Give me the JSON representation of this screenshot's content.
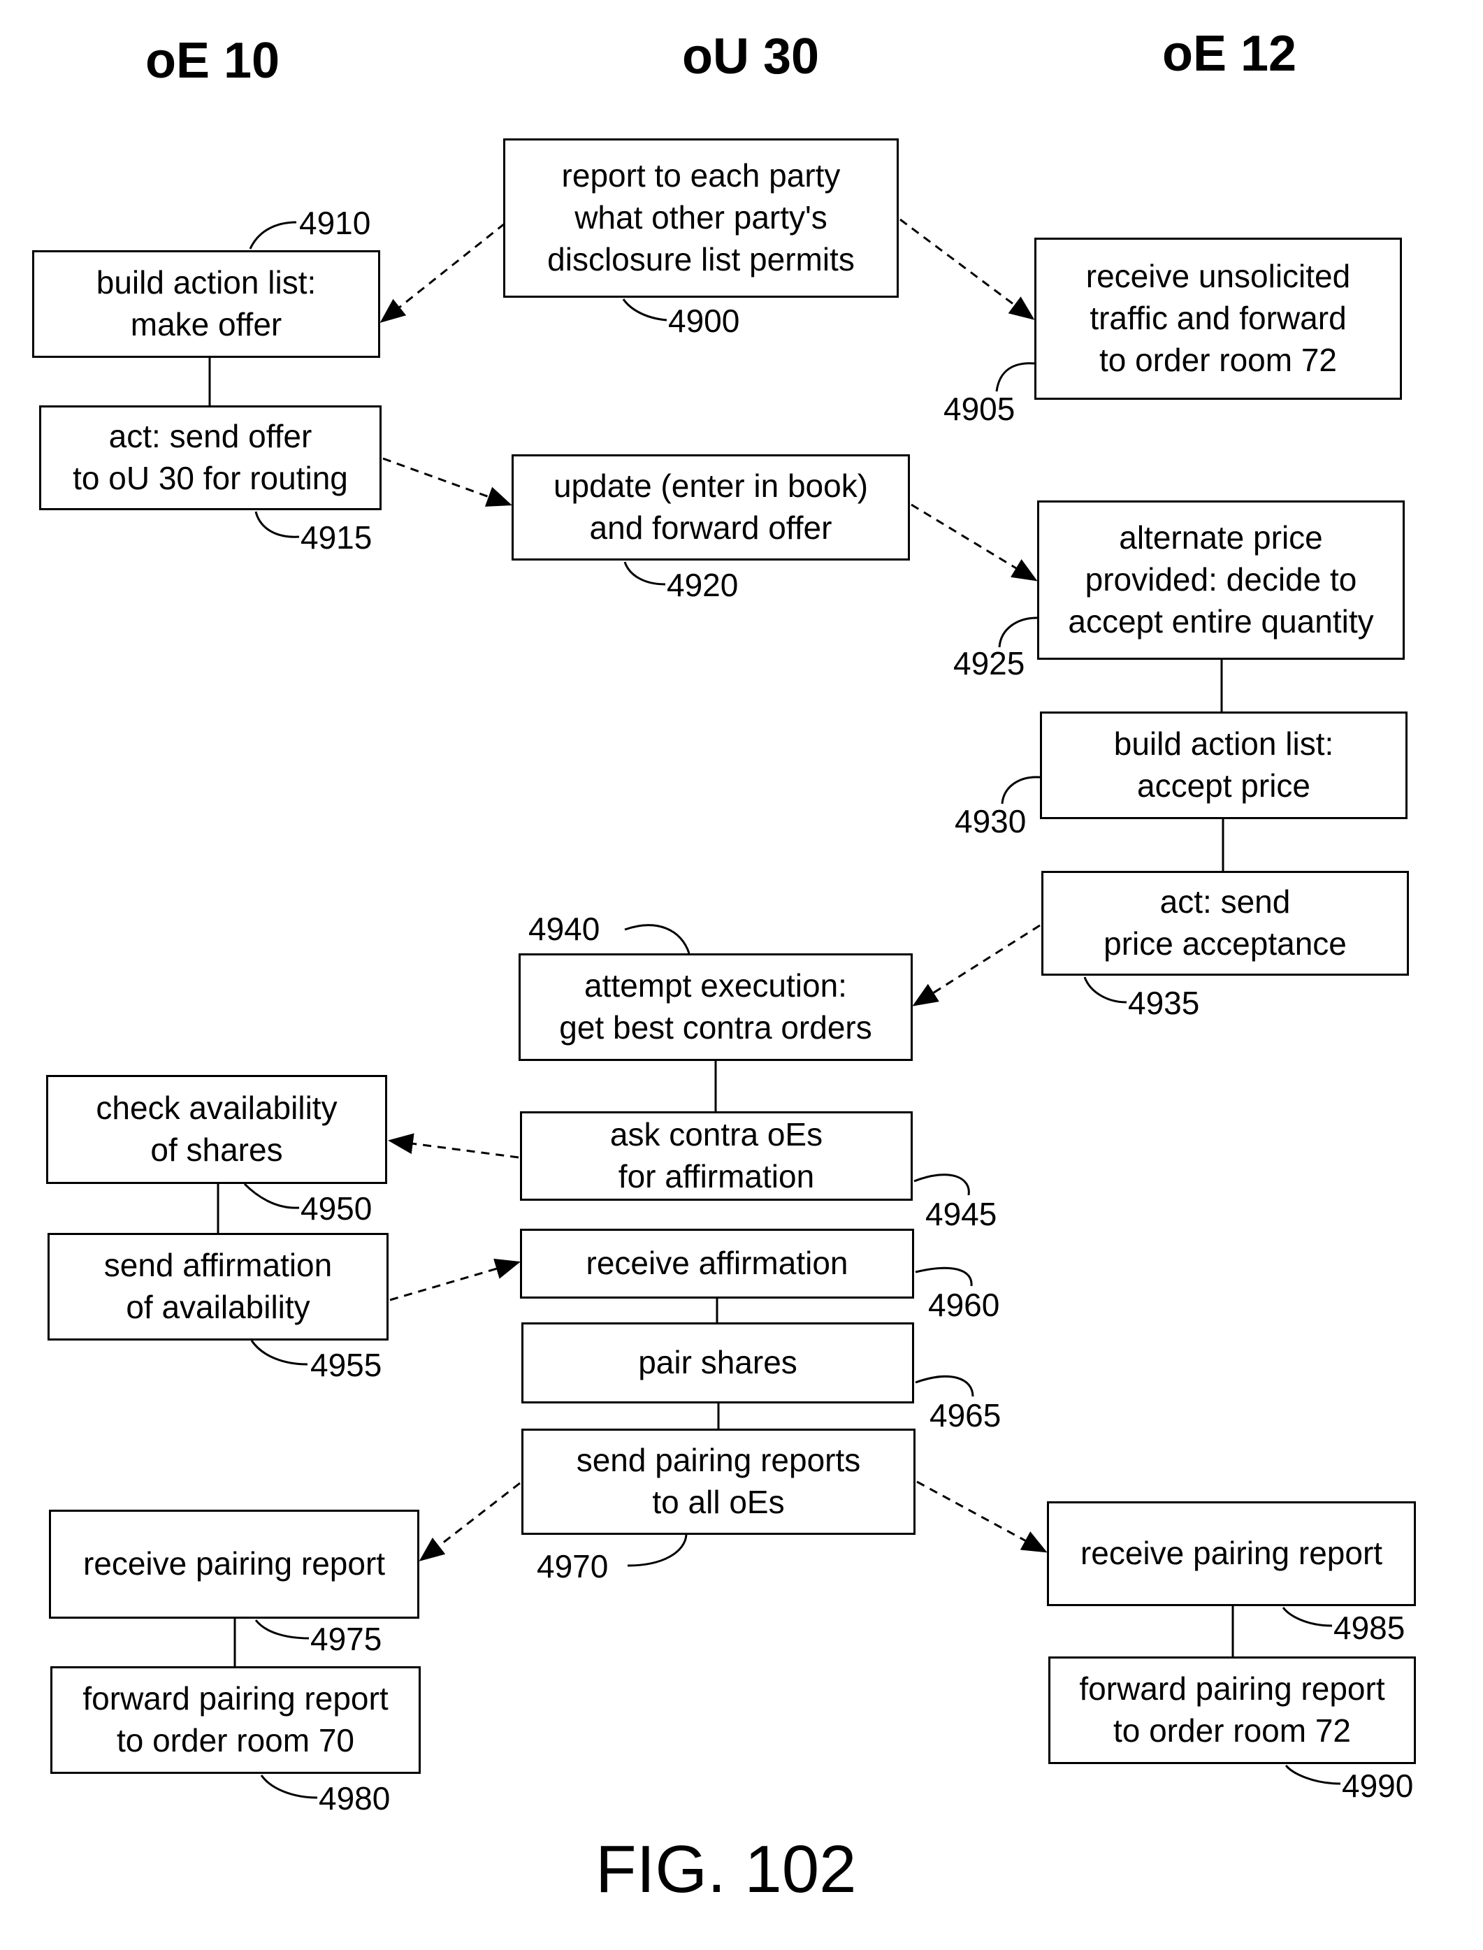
{
  "columns": [
    "oE 10",
    "oU 30",
    "oE 12"
  ],
  "figure_label": "FIG. 102",
  "boxes": [
    {
      "id": "4900",
      "text": "report to each party\nwhat other party's\ndisclosure list permits"
    },
    {
      "id": "4905",
      "text": "receive unsolicited\ntraffic and forward\nto order room 72"
    },
    {
      "id": "4910",
      "text": "build action list:\nmake offer"
    },
    {
      "id": "4915",
      "text": "act: send offer\nto oU 30 for routing"
    },
    {
      "id": "4920",
      "text": "update (enter in book)\nand forward offer"
    },
    {
      "id": "4925",
      "text": "alternate price\nprovided: decide to\naccept entire quantity"
    },
    {
      "id": "4930",
      "text": "build action list:\naccept price"
    },
    {
      "id": "4935",
      "text": "act: send\nprice acceptance"
    },
    {
      "id": "4940",
      "text": "attempt execution:\nget best contra orders"
    },
    {
      "id": "4945",
      "text": "ask contra oEs\nfor affirmation"
    },
    {
      "id": "4950",
      "text": "check availability\nof shares"
    },
    {
      "id": "4955",
      "text": "send affirmation\nof availability"
    },
    {
      "id": "4960",
      "text": "receive affirmation"
    },
    {
      "id": "4965",
      "text": "pair shares"
    },
    {
      "id": "4970",
      "text": "send pairing reports\nto all oEs"
    },
    {
      "id": "4975",
      "text": "receive pairing report"
    },
    {
      "id": "4980",
      "text": "forward pairing report\nto order room 70"
    },
    {
      "id": "4985",
      "text": "receive pairing report"
    },
    {
      "id": "4990",
      "text": "forward pairing report\nto order room 72"
    }
  ],
  "refs": [
    "4900",
    "4905",
    "4910",
    "4915",
    "4920",
    "4925",
    "4930",
    "4935",
    "4940",
    "4945",
    "4950",
    "4955",
    "4960",
    "4965",
    "4970",
    "4975",
    "4980",
    "4985",
    "4990"
  ],
  "connections": [
    {
      "from": "4900",
      "to": "4910",
      "style": "dashed-arrow"
    },
    {
      "from": "4900",
      "to": "4905",
      "style": "dashed-arrow"
    },
    {
      "from": "4910",
      "to": "4915",
      "style": "solid"
    },
    {
      "from": "4915",
      "to": "4920",
      "style": "dashed-arrow"
    },
    {
      "from": "4920",
      "to": "4925",
      "style": "dashed-arrow"
    },
    {
      "from": "4925",
      "to": "4930",
      "style": "solid"
    },
    {
      "from": "4930",
      "to": "4935",
      "style": "solid"
    },
    {
      "from": "4935",
      "to": "4940",
      "style": "dashed-arrow"
    },
    {
      "from": "4940",
      "to": "4945",
      "style": "solid"
    },
    {
      "from": "4945",
      "to": "4950",
      "style": "dashed-arrow"
    },
    {
      "from": "4950",
      "to": "4955",
      "style": "solid"
    },
    {
      "from": "4955",
      "to": "4960",
      "style": "dashed-arrow"
    },
    {
      "from": "4960",
      "to": "4965",
      "style": "solid"
    },
    {
      "from": "4965",
      "to": "4970",
      "style": "solid"
    },
    {
      "from": "4970",
      "to": "4975",
      "style": "dashed-arrow"
    },
    {
      "from": "4970",
      "to": "4985",
      "style": "dashed-arrow"
    },
    {
      "from": "4975",
      "to": "4980",
      "style": "solid"
    },
    {
      "from": "4985",
      "to": "4990",
      "style": "solid"
    }
  ]
}
